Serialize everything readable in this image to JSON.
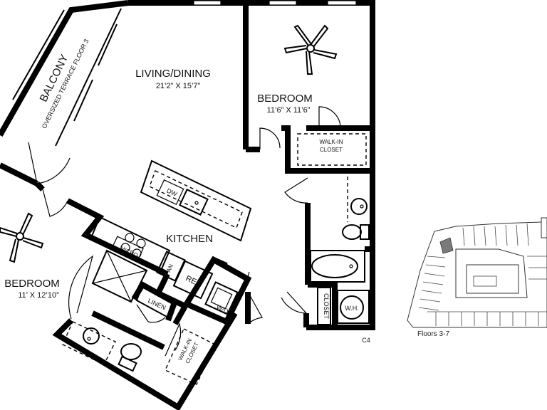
{
  "rooms": {
    "balcony": {
      "name": "BALCONY",
      "note": "OVERSIZED TERRACE FLOOR 3"
    },
    "living": {
      "name": "LIVING/DINING",
      "dims": "21’2” X 15’7”"
    },
    "bedroom1": {
      "name": "BEDROOM",
      "dims": "11’6” X 11’6”"
    },
    "bedroom2": {
      "name": "BEDROOM",
      "dims": "11’ X 12’10”"
    },
    "kitchen": {
      "name": "KITCHEN"
    },
    "walkin1": {
      "line1": "WALK-IN",
      "line2": "CLOSET"
    },
    "walkin2": {
      "line1": "WALK-IN",
      "line2": "CLOSET"
    }
  },
  "fixtures": {
    "dw": "DW",
    "micro": "MICRO",
    "pan": "PAN",
    "ref": "REF",
    "wd": "W/D",
    "linen": "LINEN",
    "closet": "CLOSET",
    "wh": "W.H."
  },
  "plan_code": "C4",
  "key_plan": {
    "floors": "Floors 3-7",
    "highlight_color": "#7a7a7a"
  }
}
